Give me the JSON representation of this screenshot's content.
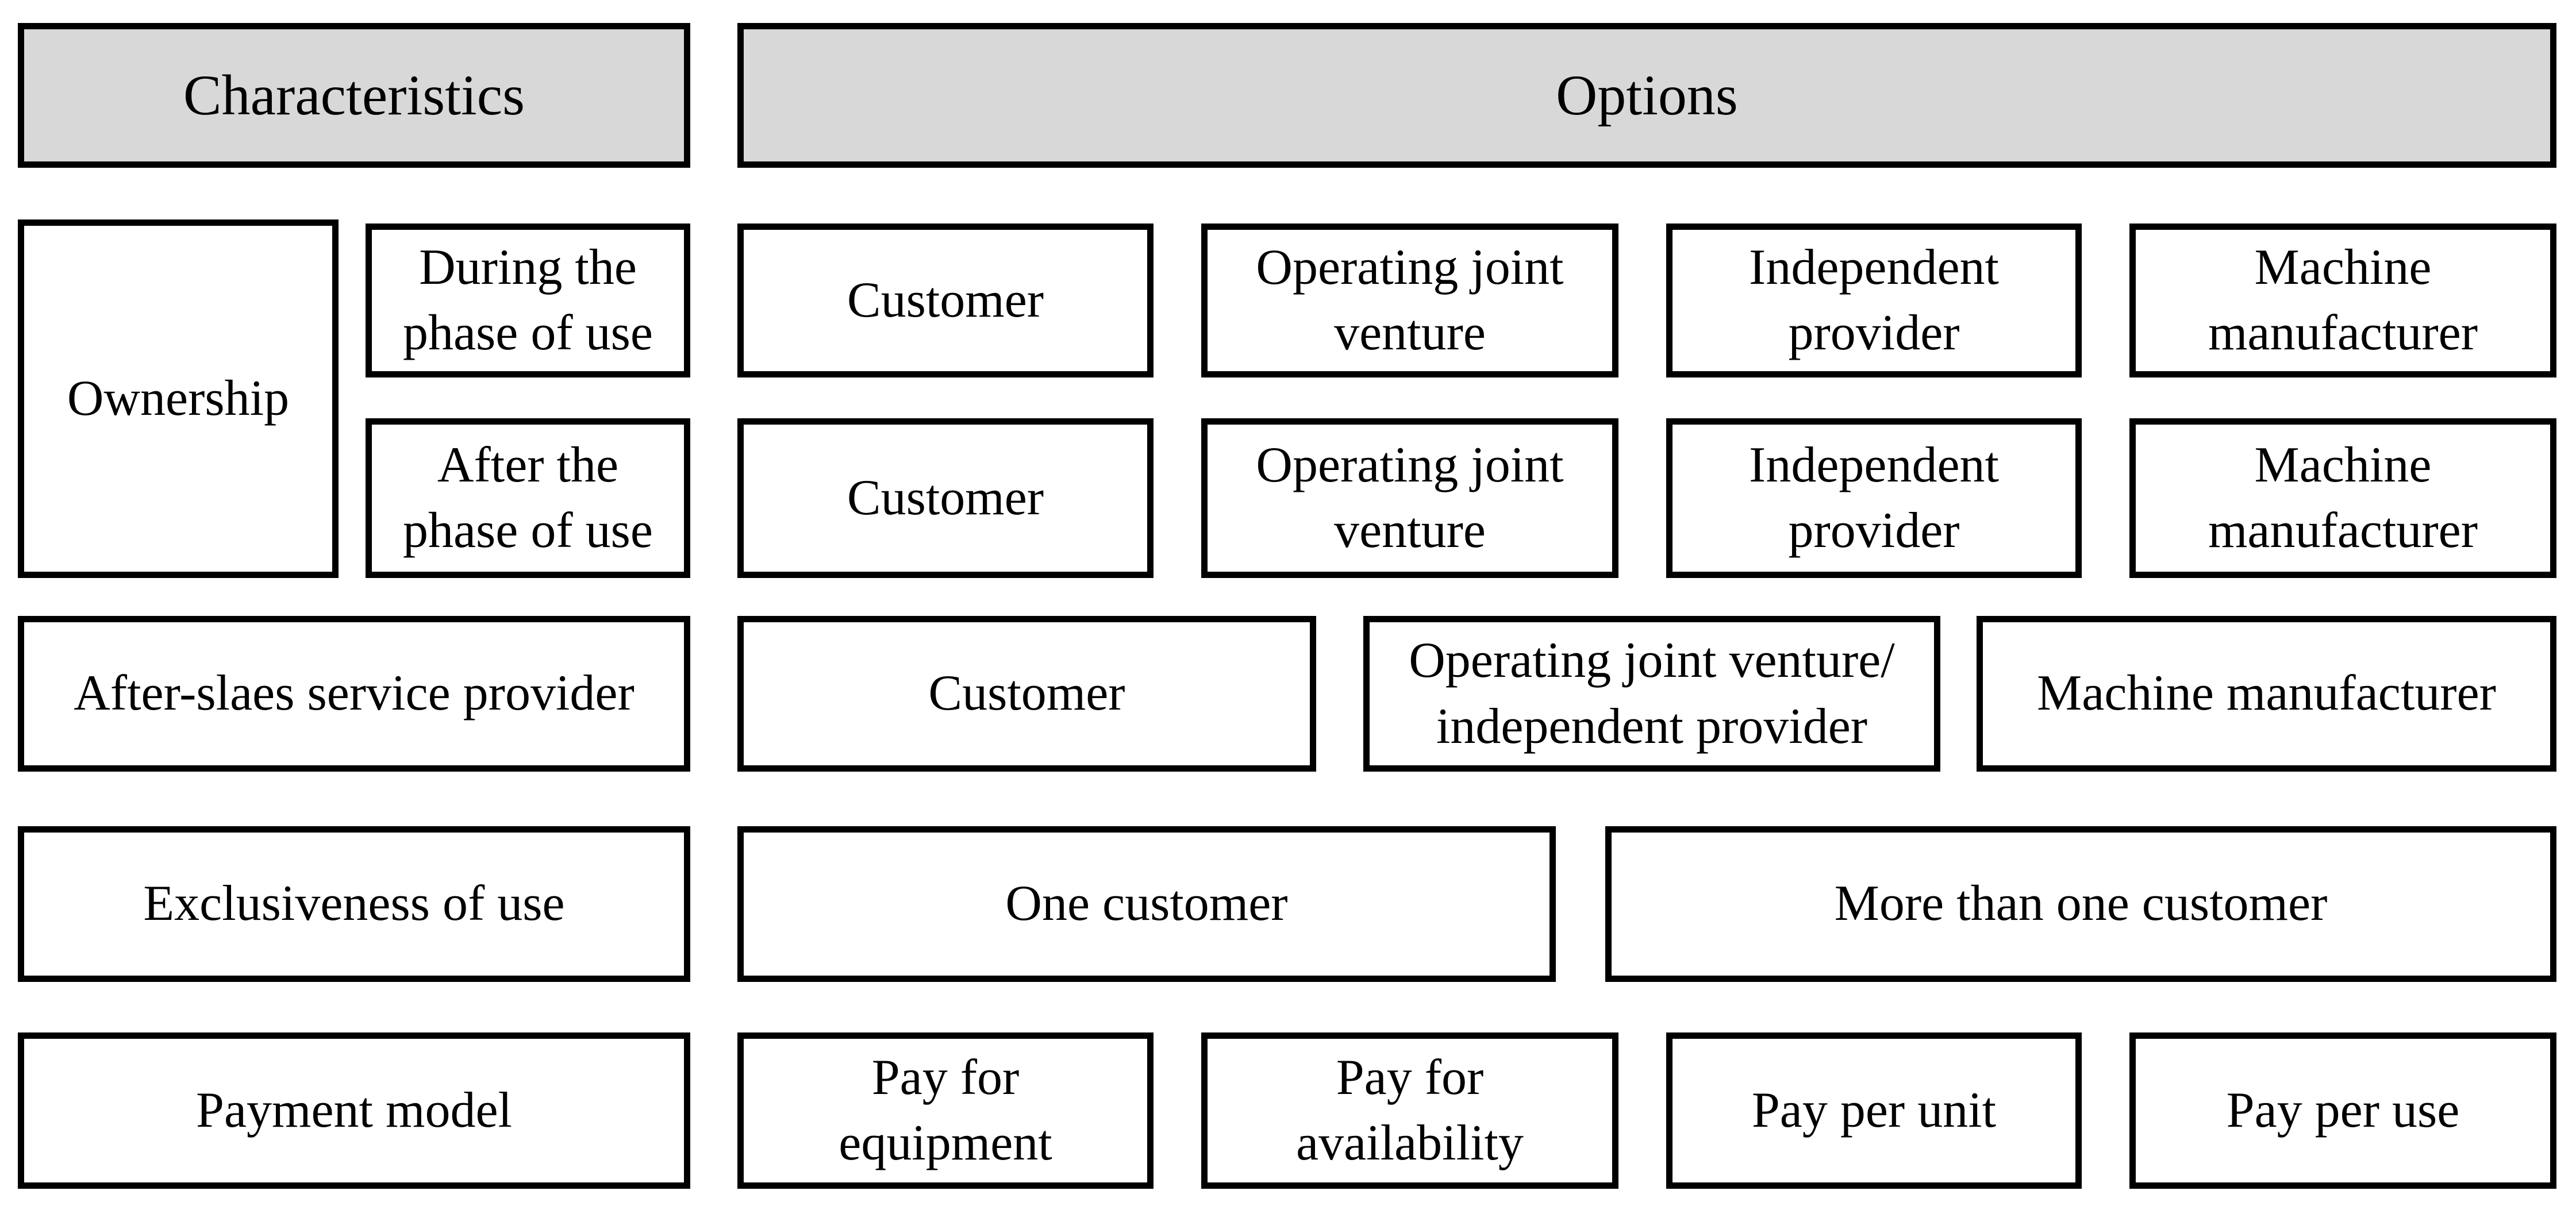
{
  "colors": {
    "header_fill": "#d8d8d8",
    "cell_fill": "#ffffff",
    "border": "#000000"
  },
  "header": {
    "characteristics": "Characteristics",
    "options": "Options"
  },
  "rows": {
    "ownership": {
      "label": "Ownership",
      "sub_rows": [
        {
          "label": "During the\nphase of use",
          "options": [
            "Customer",
            "Operating joint\nventure",
            "Independent\nprovider",
            "Machine\nmanufacturer"
          ]
        },
        {
          "label": "After the\nphase of use",
          "options": [
            "Customer",
            "Operating joint\nventure",
            "Independent\nprovider",
            "Machine\nmanufacturer"
          ]
        }
      ]
    },
    "after_sales": {
      "label": "After-slaes service provider",
      "options": [
        "Customer",
        "Operating joint venture/\nindependent provider",
        "Machine manufacturer"
      ]
    },
    "exclusiveness": {
      "label": "Exclusiveness of use",
      "options": [
        "One customer",
        "More than one customer"
      ]
    },
    "payment": {
      "label": "Payment model",
      "options": [
        "Pay for\nequipment",
        "Pay for\navailability",
        "Pay per unit",
        "Pay per use"
      ]
    }
  }
}
